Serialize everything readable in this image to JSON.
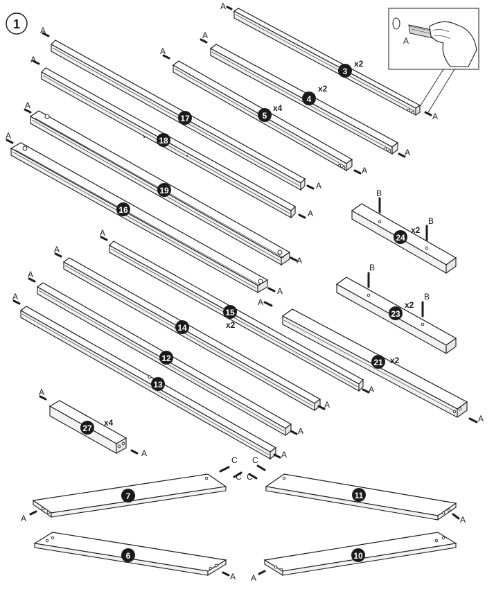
{
  "step": "1",
  "hardware": {
    "A": "A",
    "B": "B",
    "C": "C"
  },
  "parts": {
    "p3": {
      "num": "3",
      "qty": "x2"
    },
    "p4": {
      "num": "4",
      "qty": "x2"
    },
    "p5": {
      "num": "5",
      "qty": "x4"
    },
    "p17": {
      "num": "17"
    },
    "p18": {
      "num": "18"
    },
    "p19": {
      "num": "19"
    },
    "p16": {
      "num": "16"
    },
    "p24": {
      "num": "24",
      "qty": "x2"
    },
    "p23": {
      "num": "23",
      "qty": "x2"
    },
    "p15": {
      "num": "15",
      "qty": "x2"
    },
    "p14": {
      "num": "14"
    },
    "p12": {
      "num": "12"
    },
    "p13": {
      "num": "13"
    },
    "p21": {
      "num": "21",
      "qty": "x2"
    },
    "p27": {
      "num": "27",
      "qty": "x4"
    },
    "p7": {
      "num": "7"
    },
    "p11": {
      "num": "11"
    },
    "p6": {
      "num": "6"
    },
    "p10": {
      "num": "10"
    }
  },
  "inset": {
    "dowel_label": "A"
  }
}
